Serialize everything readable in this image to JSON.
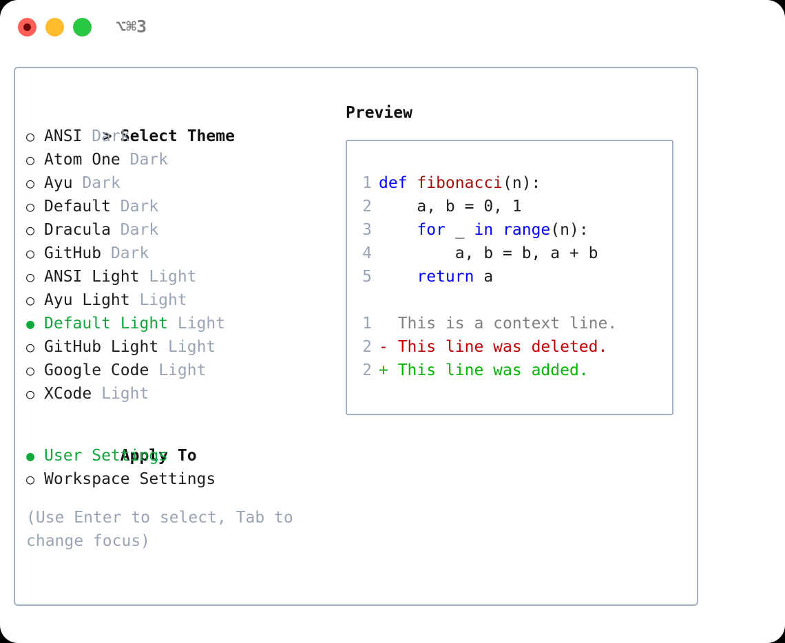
{
  "window": {
    "title": "⌥⌘3",
    "traffic_lights": [
      {
        "name": "close",
        "color": "#ff5f57"
      },
      {
        "name": "minimize",
        "color": "#febc2e"
      },
      {
        "name": "zoom",
        "color": "#28c840"
      }
    ]
  },
  "colors": {
    "accent_green": "#10a93c",
    "muted": "#9aa4b4",
    "border": "#a7b0c0",
    "keyword_blue": "#0000ff",
    "function_red": "#a31010",
    "diff_del": "#c00000",
    "diff_add": "#00b400",
    "context_gray": "#808080"
  },
  "theme_picker": {
    "header_marker": ">",
    "header_label": "Select Theme",
    "bullet_unselected": "○",
    "bullet_selected": "●",
    "items": [
      {
        "bullet": "○",
        "name": "ANSI",
        "tag": "Dark",
        "selected": false
      },
      {
        "bullet": "○",
        "name": "Atom One",
        "tag": "Dark",
        "selected": false
      },
      {
        "bullet": "○",
        "name": "Ayu",
        "tag": "Dark",
        "selected": false
      },
      {
        "bullet": "○",
        "name": "Default",
        "tag": "Dark",
        "selected": false
      },
      {
        "bullet": "○",
        "name": "Dracula",
        "tag": "Dark",
        "selected": false
      },
      {
        "bullet": "○",
        "name": "GitHub",
        "tag": "Dark",
        "selected": false
      },
      {
        "bullet": "○",
        "name": "ANSI Light",
        "tag": "Light",
        "selected": false
      },
      {
        "bullet": "○",
        "name": "Ayu Light",
        "tag": "Light",
        "selected": false
      },
      {
        "bullet": "●",
        "name": "Default Light",
        "tag": "Light",
        "selected": true
      },
      {
        "bullet": "○",
        "name": "GitHub Light",
        "tag": "Light",
        "selected": false
      },
      {
        "bullet": "○",
        "name": "Google Code",
        "tag": "Light",
        "selected": false
      },
      {
        "bullet": "○",
        "name": "XCode",
        "tag": "Light",
        "selected": false
      }
    ]
  },
  "apply_to": {
    "header_label": "Apply To",
    "items": [
      {
        "bullet": "●",
        "label": "User Settings",
        "selected": true
      },
      {
        "bullet": "○",
        "label": "Workspace Settings",
        "selected": false
      }
    ]
  },
  "hint": "(Use Enter to select, Tab to change focus)",
  "preview": {
    "title": "Preview",
    "code_lines": [
      {
        "num": "1",
        "tokens": [
          {
            "t": "def ",
            "c": "kw"
          },
          {
            "t": "fibonacci",
            "c": "fn"
          },
          {
            "t": "(n):",
            "c": "plain"
          }
        ]
      },
      {
        "num": "2",
        "tokens": [
          {
            "t": "    a, b = 0, 1",
            "c": "plain"
          }
        ]
      },
      {
        "num": "3",
        "tokens": [
          {
            "t": "    ",
            "c": "plain"
          },
          {
            "t": "for",
            "c": "kw"
          },
          {
            "t": " _ ",
            "c": "plain"
          },
          {
            "t": "in",
            "c": "kw"
          },
          {
            "t": " ",
            "c": "plain"
          },
          {
            "t": "range",
            "c": "kw"
          },
          {
            "t": "(n):",
            "c": "plain"
          }
        ]
      },
      {
        "num": "4",
        "tokens": [
          {
            "t": "        a, b = b, a + b",
            "c": "plain"
          }
        ]
      },
      {
        "num": "5",
        "tokens": [
          {
            "t": "    ",
            "c": "plain"
          },
          {
            "t": "return",
            "c": "kw"
          },
          {
            "t": " a",
            "c": "plain"
          }
        ]
      }
    ],
    "diff_lines": [
      {
        "num": "1",
        "marker": " ",
        "text": " This is a context line.",
        "c": "ctx"
      },
      {
        "num": "2",
        "marker": "-",
        "text": " This line was deleted.",
        "c": "del"
      },
      {
        "num": "2",
        "marker": "+",
        "text": " This line was added.",
        "c": "add"
      }
    ]
  }
}
